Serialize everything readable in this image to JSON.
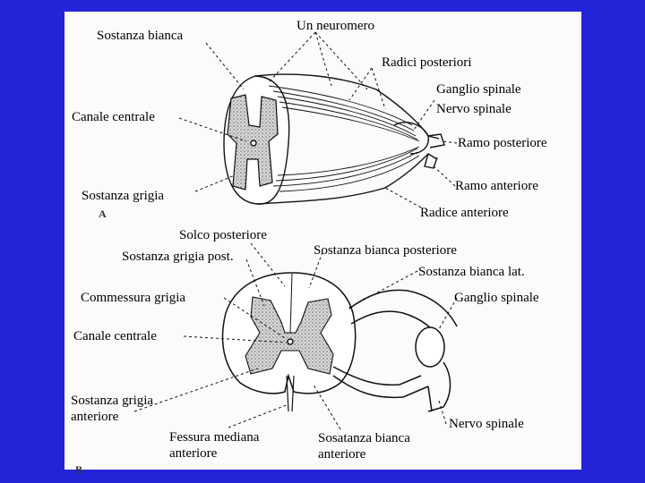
{
  "labels": {
    "sostanza_bianca": "Sostanza bianca",
    "un_neuromero": "Un neuromero",
    "radici_posteriori": "Radici posteriori",
    "ganglio_spinale_top": "Ganglio spinale",
    "nervo_spinale_top": "Nervo spinale",
    "canale_centrale_top": "Canale centrale",
    "ramo_posteriore": "Ramo posteriore",
    "ramo_anteriore": "Ramo anteriore",
    "sostanza_grigia": "Sostanza grigia",
    "radice_anteriore": "Radice anteriore",
    "solco_posteriore": "Solco posteriore",
    "sostanza_grigia_post": "Sostanza grigia post.",
    "sostanza_bianca_posteriore": "Sostanza bianca posteriore",
    "sostanza_bianca_lat": "Sostanza bianca lat.",
    "commessura_grigia": "Commessura grigia",
    "ganglio_spinale_bottom": "Ganglio spinale",
    "canale_centrale_bottom": "Canale centrale",
    "sostanza_grigia_anteriore": "Sostanza grigia anteriore",
    "fessura_mediana_anteriore": "Fessura mediana anteriore",
    "nervo_spinale_bottom": "Nervo spinale",
    "sosatanza_bianca_anteriore": "Sosatanza bianca anteriore"
  },
  "figure_letters": {
    "a": "A",
    "b": "B"
  },
  "colors": {
    "background": "#2323d8",
    "sheet": "#fbfbf9",
    "ink": "#111111",
    "gray_matter": "#9a9a9a"
  }
}
